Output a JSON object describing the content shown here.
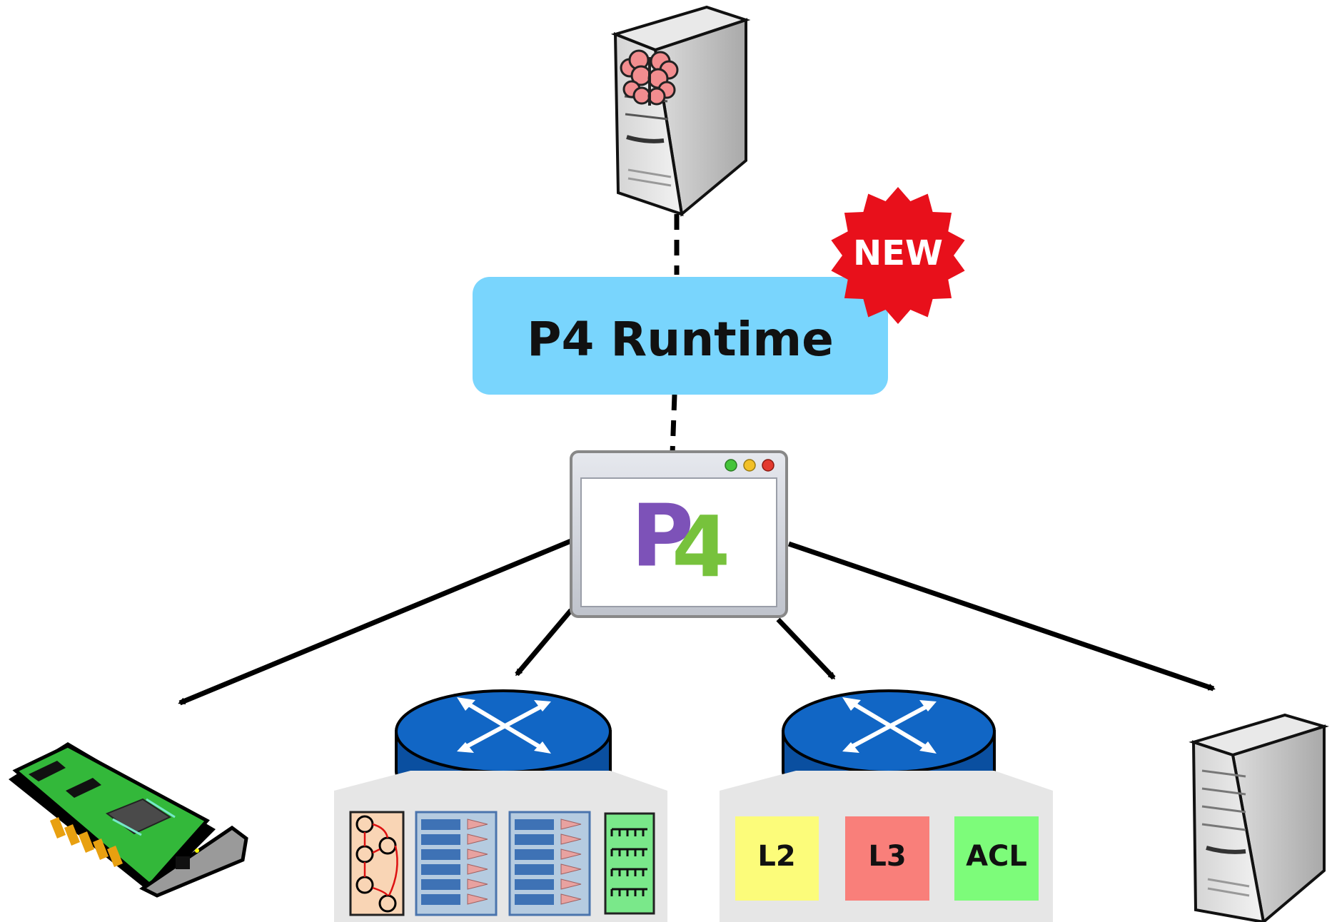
{
  "runtime": {
    "label": "P4 Runtime"
  },
  "badge": {
    "label": "NEW",
    "color": "#e8101b"
  },
  "p4_window": {
    "logo_p": "P",
    "logo_4": "4"
  },
  "pipeline_right": {
    "blocks": [
      {
        "label": "L2",
        "color": "#fcfc7a"
      },
      {
        "label": "L3",
        "color": "#f97f7a"
      },
      {
        "label": "ACL",
        "color": "#7dfc7a"
      }
    ]
  },
  "colors": {
    "runtime_box": "#79d5fd",
    "router": "#1166c5",
    "nic": "#33b83a"
  }
}
